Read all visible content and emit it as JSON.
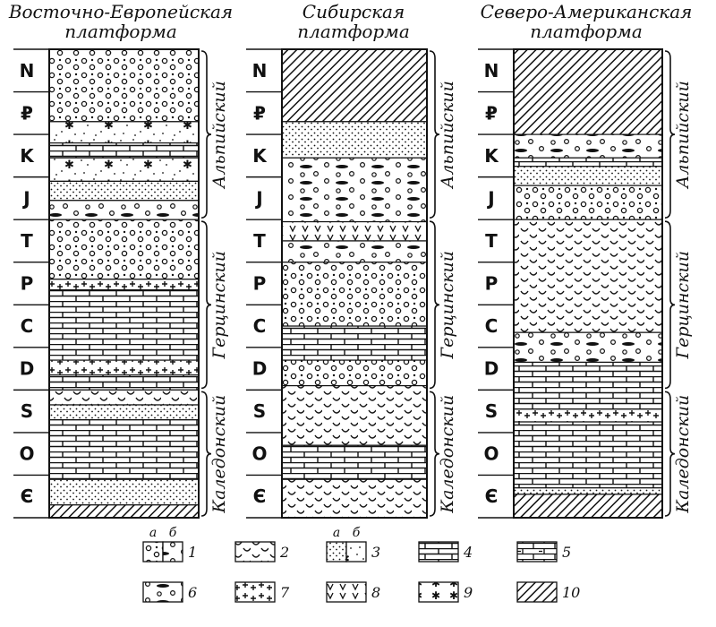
{
  "periods": [
    "N",
    "₽",
    "K",
    "J",
    "T",
    "P",
    "C",
    "D",
    "S",
    "O",
    "Є"
  ],
  "columns": [
    {
      "title_lines": [
        "Восточно-Европейская",
        "платформа"
      ],
      "cycles": [
        "Альпийский",
        "Герцинский",
        "Каледонский"
      ],
      "layers": [
        {
          "from": 0,
          "to": 1.7,
          "pattern": "conglom"
        },
        {
          "from": 1.7,
          "to": 2.2,
          "pattern": "sand-star"
        },
        {
          "from": 2.2,
          "to": 2.55,
          "pattern": "limestone"
        },
        {
          "from": 2.55,
          "to": 3.1,
          "pattern": "sand-star"
        },
        {
          "from": 3.1,
          "to": 3.55,
          "pattern": "sand"
        },
        {
          "from": 3.55,
          "to": 4.0,
          "pattern": "lens"
        },
        {
          "from": 4.0,
          "to": 5.4,
          "pattern": "conglom"
        },
        {
          "from": 5.4,
          "to": 5.65,
          "pattern": "salt"
        },
        {
          "from": 5.65,
          "to": 7.3,
          "pattern": "limestone"
        },
        {
          "from": 7.3,
          "to": 7.65,
          "pattern": "salt"
        },
        {
          "from": 7.65,
          "to": 8.0,
          "pattern": "limestone"
        },
        {
          "from": 8.0,
          "to": 8.35,
          "pattern": "clay"
        },
        {
          "from": 8.35,
          "to": 8.7,
          "pattern": "sand"
        },
        {
          "from": 8.7,
          "to": 10.1,
          "pattern": "limestone"
        },
        {
          "from": 10.1,
          "to": 10.7,
          "pattern": "sand"
        },
        {
          "from": 10.7,
          "to": 11.0,
          "pattern": "basement"
        }
      ]
    },
    {
      "title_lines": [
        "Сибирская",
        "платформа"
      ],
      "cycles": [
        "Альпийский",
        "Герцинский",
        "Каледонский"
      ],
      "layers": [
        {
          "from": 0,
          "to": 1.7,
          "pattern": "basement"
        },
        {
          "from": 1.7,
          "to": 2.55,
          "pattern": "sand"
        },
        {
          "from": 2.55,
          "to": 4.05,
          "pattern": "lens"
        },
        {
          "from": 4.05,
          "to": 4.5,
          "pattern": "volcanic"
        },
        {
          "from": 4.5,
          "to": 5.0,
          "pattern": "lens"
        },
        {
          "from": 5.0,
          "to": 6.5,
          "pattern": "conglom"
        },
        {
          "from": 6.5,
          "to": 7.3,
          "pattern": "limestone"
        },
        {
          "from": 7.3,
          "to": 7.9,
          "pattern": "conglom"
        },
        {
          "from": 7.9,
          "to": 9.3,
          "pattern": "clay"
        },
        {
          "from": 9.3,
          "to": 10.1,
          "pattern": "limestone"
        },
        {
          "from": 10.1,
          "to": 11.0,
          "pattern": "clay"
        }
      ]
    },
    {
      "title_lines": [
        "Северо-Американская",
        "платформа"
      ],
      "cycles": [
        "Альпийский",
        "Герцинский",
        "Каледонский"
      ],
      "layers": [
        {
          "from": 0,
          "to": 2.0,
          "pattern": "basement"
        },
        {
          "from": 2.0,
          "to": 2.55,
          "pattern": "lens"
        },
        {
          "from": 2.55,
          "to": 2.75,
          "pattern": "limestone"
        },
        {
          "from": 2.75,
          "to": 3.2,
          "pattern": "sand"
        },
        {
          "from": 3.2,
          "to": 4.0,
          "pattern": "conglom"
        },
        {
          "from": 4.0,
          "to": 6.65,
          "pattern": "clay"
        },
        {
          "from": 6.65,
          "to": 7.35,
          "pattern": "lens"
        },
        {
          "from": 7.35,
          "to": 8.45,
          "pattern": "limestone"
        },
        {
          "from": 8.45,
          "to": 8.75,
          "pattern": "salt"
        },
        {
          "from": 8.75,
          "to": 10.3,
          "pattern": "limestone"
        },
        {
          "from": 10.3,
          "to": 10.45,
          "pattern": "sand"
        },
        {
          "from": 10.45,
          "to": 11.0,
          "pattern": "basement"
        }
      ]
    }
  ],
  "legend": [
    {
      "num": "1",
      "pattern": "conglom-pair",
      "sub": [
        "а",
        "б"
      ]
    },
    {
      "num": "2",
      "pattern": "clay"
    },
    {
      "num": "3",
      "pattern": "sand-pair",
      "sub": [
        "а",
        "б"
      ]
    },
    {
      "num": "4",
      "pattern": "limestone"
    },
    {
      "num": "5",
      "pattern": "dolomite"
    },
    {
      "num": "6",
      "pattern": "lens"
    },
    {
      "num": "7",
      "pattern": "salt"
    },
    {
      "num": "8",
      "pattern": "volcanic"
    },
    {
      "num": "9",
      "pattern": "star"
    },
    {
      "num": "10",
      "pattern": "basement"
    }
  ]
}
